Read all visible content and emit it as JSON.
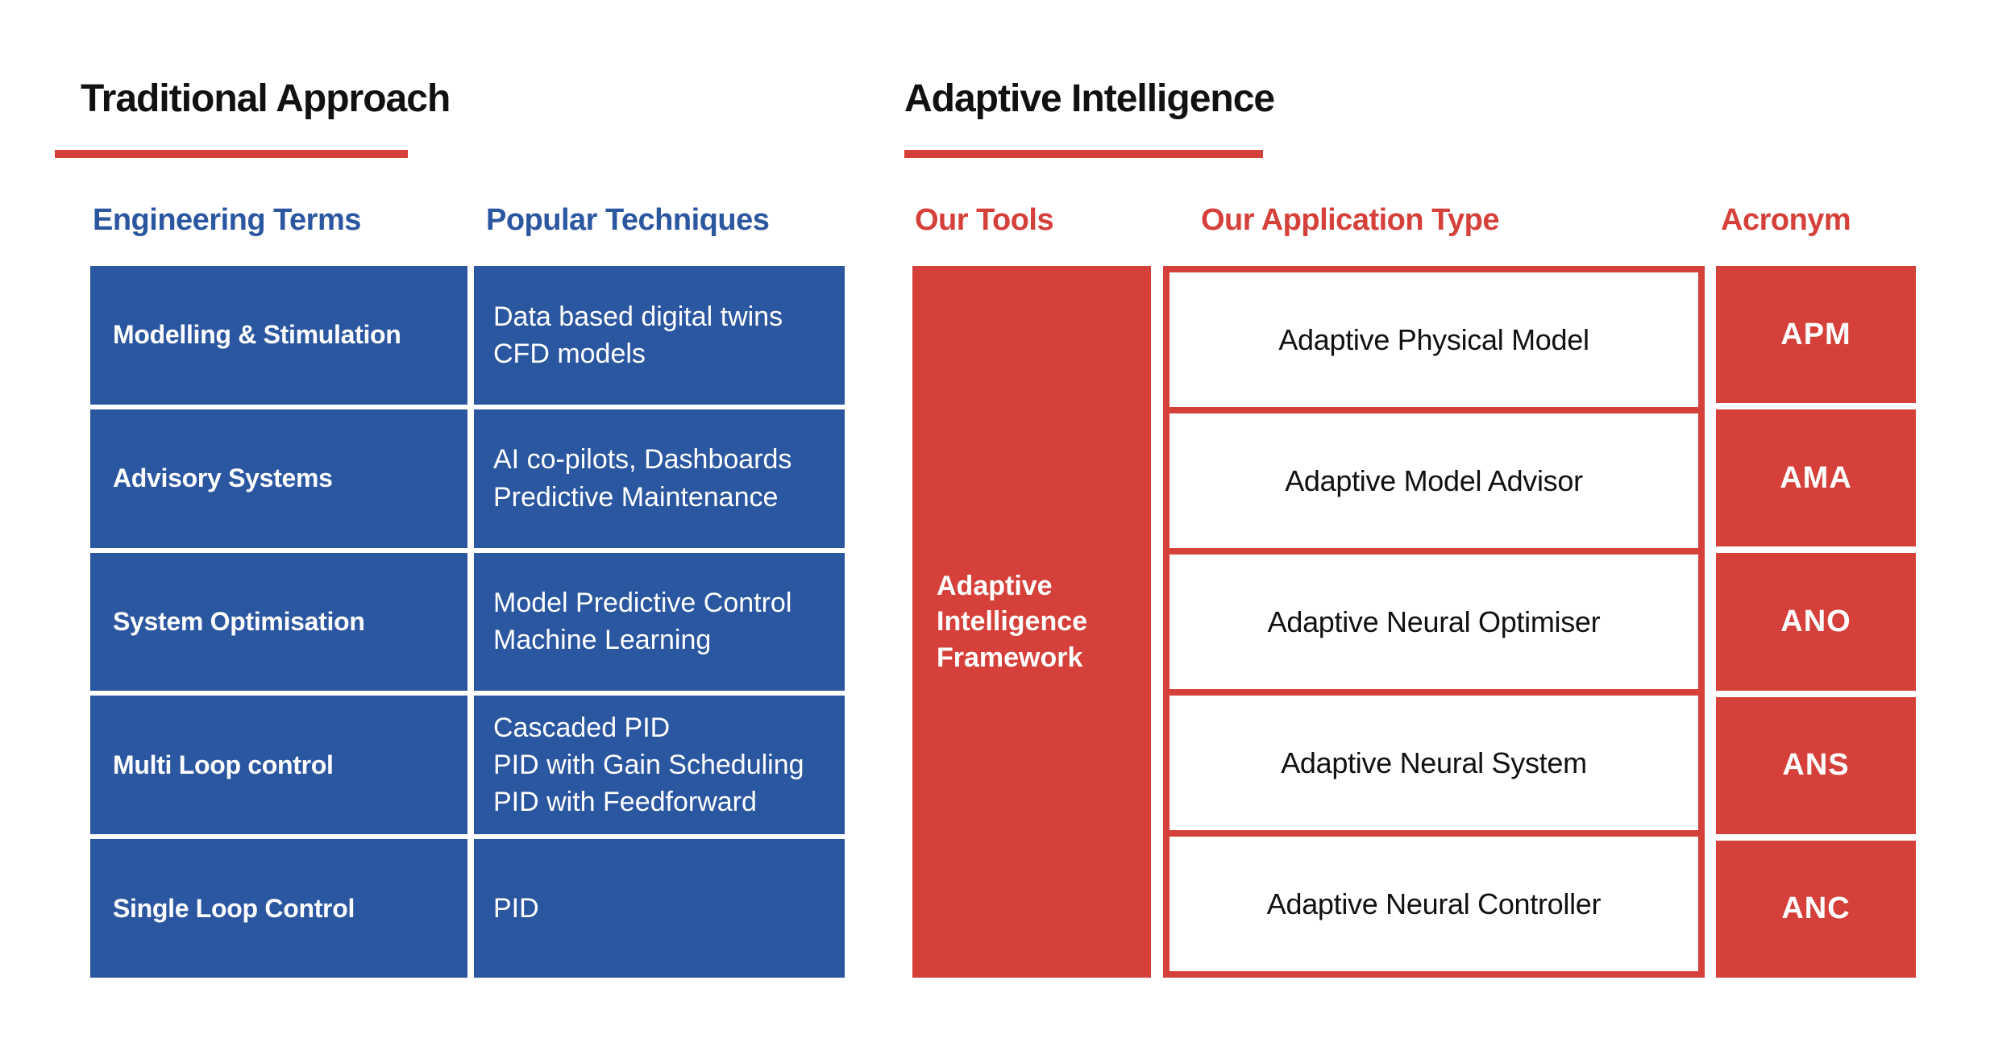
{
  "colors": {
    "blue": "#2B56A0",
    "red": "#D5403A",
    "title_text": "#111111",
    "background": "#FFFFFF"
  },
  "left_panel": {
    "title": "Traditional Approach",
    "columns": [
      {
        "label": "Engineering Terms"
      },
      {
        "label": "Popular Techniques"
      }
    ],
    "rows": [
      {
        "term": "Modelling & Stimulation",
        "techniques": "Data based digital twins\nCFD models"
      },
      {
        "term": "Advisory Systems",
        "techniques": "AI co-pilots, Dashboards\nPredictive Maintenance"
      },
      {
        "term": "System Optimisation",
        "techniques": "Model Predictive Control\nMachine Learning"
      },
      {
        "term": "Multi Loop control",
        "techniques": "Cascaded PID\nPID with Gain Scheduling\nPID with Feedforward"
      },
      {
        "term": "Single Loop Control",
        "techniques": "PID"
      }
    ]
  },
  "right_panel": {
    "title": "Adaptive Intelligence",
    "columns": [
      {
        "label": "Our Tools"
      },
      {
        "label": "Our Application Type"
      },
      {
        "label": "Acronym"
      }
    ],
    "tool": {
      "name": "Adaptive Intelligence Framework",
      "lines": "Adaptive\nIntelligence\nFramework"
    },
    "applications": [
      {
        "type": "Adaptive Physical Model",
        "acronym": "APM"
      },
      {
        "type": "Adaptive Model Advisor",
        "acronym": "AMA"
      },
      {
        "type": "Adaptive Neural Optimiser",
        "acronym": "ANO"
      },
      {
        "type": "Adaptive Neural System",
        "acronym": "ANS"
      },
      {
        "type": "Adaptive Neural Controller",
        "acronym": "ANC"
      }
    ]
  }
}
